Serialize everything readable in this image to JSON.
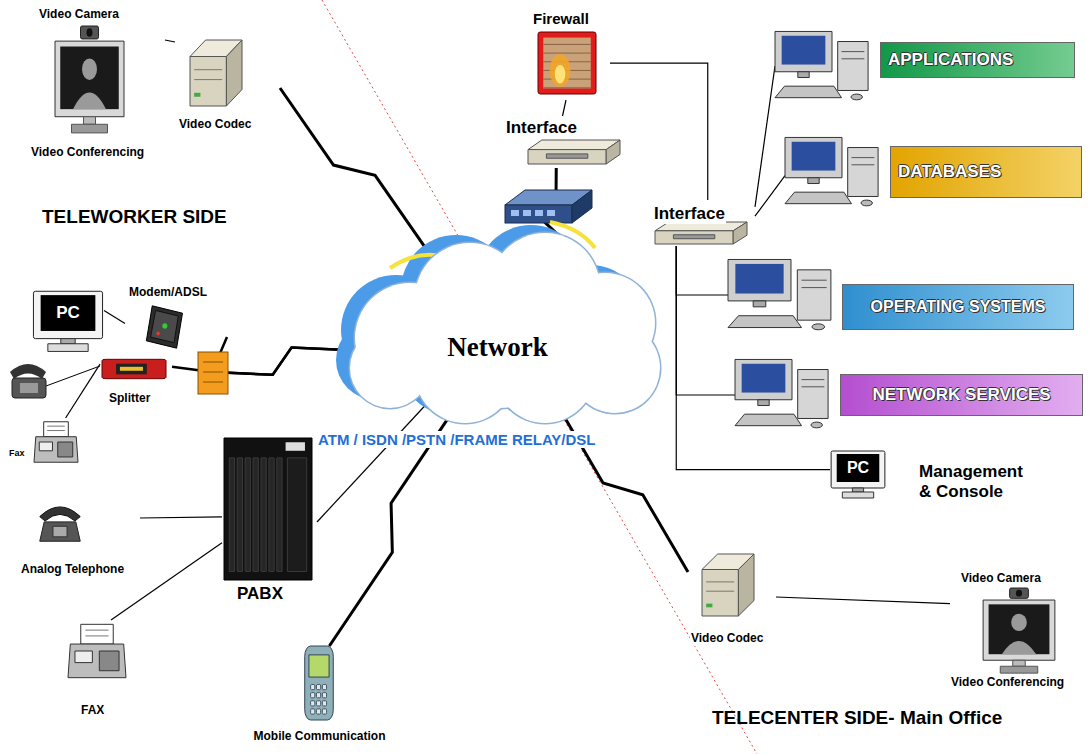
{
  "diagram": {
    "nodes": [
      {
        "text": [
          "Video Camera",
          "Video Conferencing"
        ]
      },
      {
        "text": [
          "Video Codec"
        ]
      },
      {
        "text": [
          "Firewall"
        ]
      },
      {
        "text": [
          "Interface"
        ]
      },
      {
        "text": [
          "APPLICATIONS"
        ]
      },
      {
        "text": [
          "DATABASES"
        ]
      },
      {
        "text": [
          "Interface"
        ]
      },
      {
        "text": [
          "OPERATING SYSTEMS"
        ]
      },
      {
        "text": [
          "NETWORK SERVICES"
        ]
      },
      {
        "text": [
          "Network"
        ]
      },
      {
        "text": [
          "PC"
        ]
      },
      {
        "text": [
          "Modem/ADSL"
        ]
      },
      {
        "text": [
          "Splitter"
        ]
      },
      {
        "text": [
          "Fax"
        ]
      },
      {
        "text": [
          "PABX"
        ]
      },
      {
        "text": [
          "Analog Telephone"
        ]
      },
      {
        "text": [
          "FAX"
        ]
      },
      {
        "text": [
          "Mobile Communication"
        ]
      },
      {
        "text": [
          "PC",
          "Management & Console"
        ]
      },
      {
        "text": [
          "Video Codec"
        ]
      },
      {
        "text": [
          "Video Camera",
          "Video Conferencing"
        ]
      }
    ],
    "edges": [
      {
        "from": 0,
        "to": 1,
        "arrow": "none"
      },
      {
        "from": 1,
        "to": 9,
        "arrow": "none"
      },
      {
        "from": 2,
        "to": 3,
        "arrow": "none"
      },
      {
        "from": 2,
        "to": 6,
        "arrow": "none"
      },
      {
        "from": 3,
        "to": 9,
        "arrow": "none"
      },
      {
        "from": 6,
        "to": 4,
        "arrow": "none"
      },
      {
        "from": 6,
        "to": 5,
        "arrow": "none"
      },
      {
        "from": 6,
        "to": 7,
        "arrow": "none"
      },
      {
        "from": 6,
        "to": 8,
        "arrow": "none"
      },
      {
        "from": 6,
        "to": 18,
        "arrow": "none"
      },
      {
        "from": 10,
        "to": 11,
        "arrow": "none"
      },
      {
        "from": 11,
        "to": 9,
        "arrow": "none"
      },
      {
        "from": 12,
        "to": 9,
        "arrow": "none"
      },
      {
        "from": 13,
        "to": 12,
        "arrow": "none"
      },
      {
        "from": 15,
        "to": 14,
        "arrow": "none"
      },
      {
        "from": 16,
        "to": 14,
        "arrow": "none"
      },
      {
        "from": 14,
        "to": 9,
        "arrow": "none"
      },
      {
        "from": 17,
        "to": 9,
        "arrow": "none"
      },
      {
        "from": 9,
        "to": 19,
        "arrow": "none"
      },
      {
        "from": 19,
        "to": 20,
        "arrow": "none"
      }
    ],
    "labels": [
      "TELEWORKER SIDE",
      "ATM / ISDN /PSTN /FRAME RELAY/DSL",
      "TELECENTER SIDE- Main Office"
    ]
  }
}
